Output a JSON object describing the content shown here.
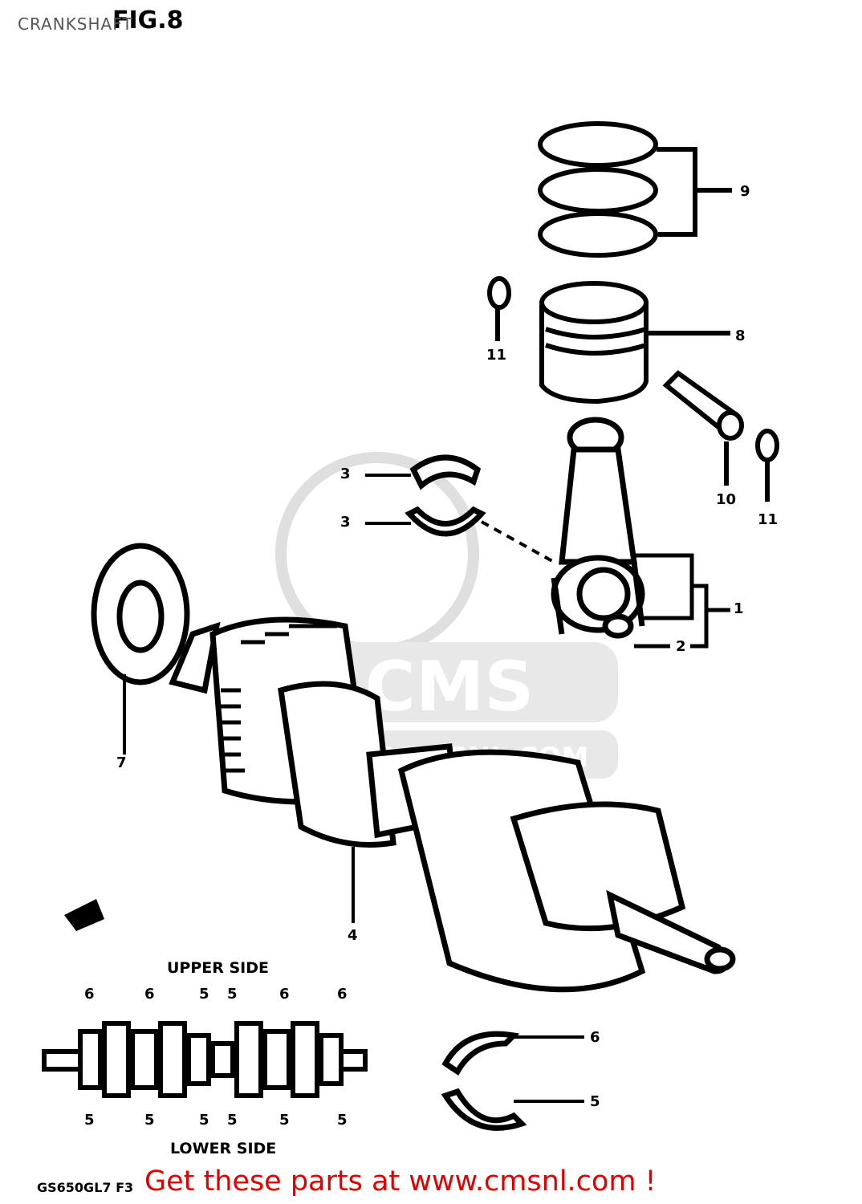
{
  "header": {
    "title": "CRANKSHAFT",
    "fig_label": "FIG.8"
  },
  "callouts": {
    "c1": "1",
    "c2": "2",
    "c3a": "3",
    "c3b": "3",
    "c4": "4",
    "c7": "7",
    "c8": "8",
    "c9": "9",
    "c10": "10",
    "c11a": "11",
    "c11b": "11",
    "c6r": "6",
    "c5r": "5"
  },
  "layout_diagram": {
    "upper_side": "UPPER SIDE",
    "lower_side": "LOWER SIDE",
    "upper_labels": [
      "6",
      "6",
      "5",
      "5",
      "6",
      "6"
    ],
    "lower_labels": [
      "5",
      "5",
      "5",
      "5",
      "5",
      "5"
    ]
  },
  "watermark": {
    "brand": "CMS",
    "url": "WWW.CMSNL.COM"
  },
  "footer": {
    "model_code": "GS650GL7 F3",
    "cta": "Get these parts at www.cmsnl.com !"
  },
  "colors": {
    "cta": "#e00000",
    "watermark": "#d9d9d9",
    "ink": "#000000"
  }
}
